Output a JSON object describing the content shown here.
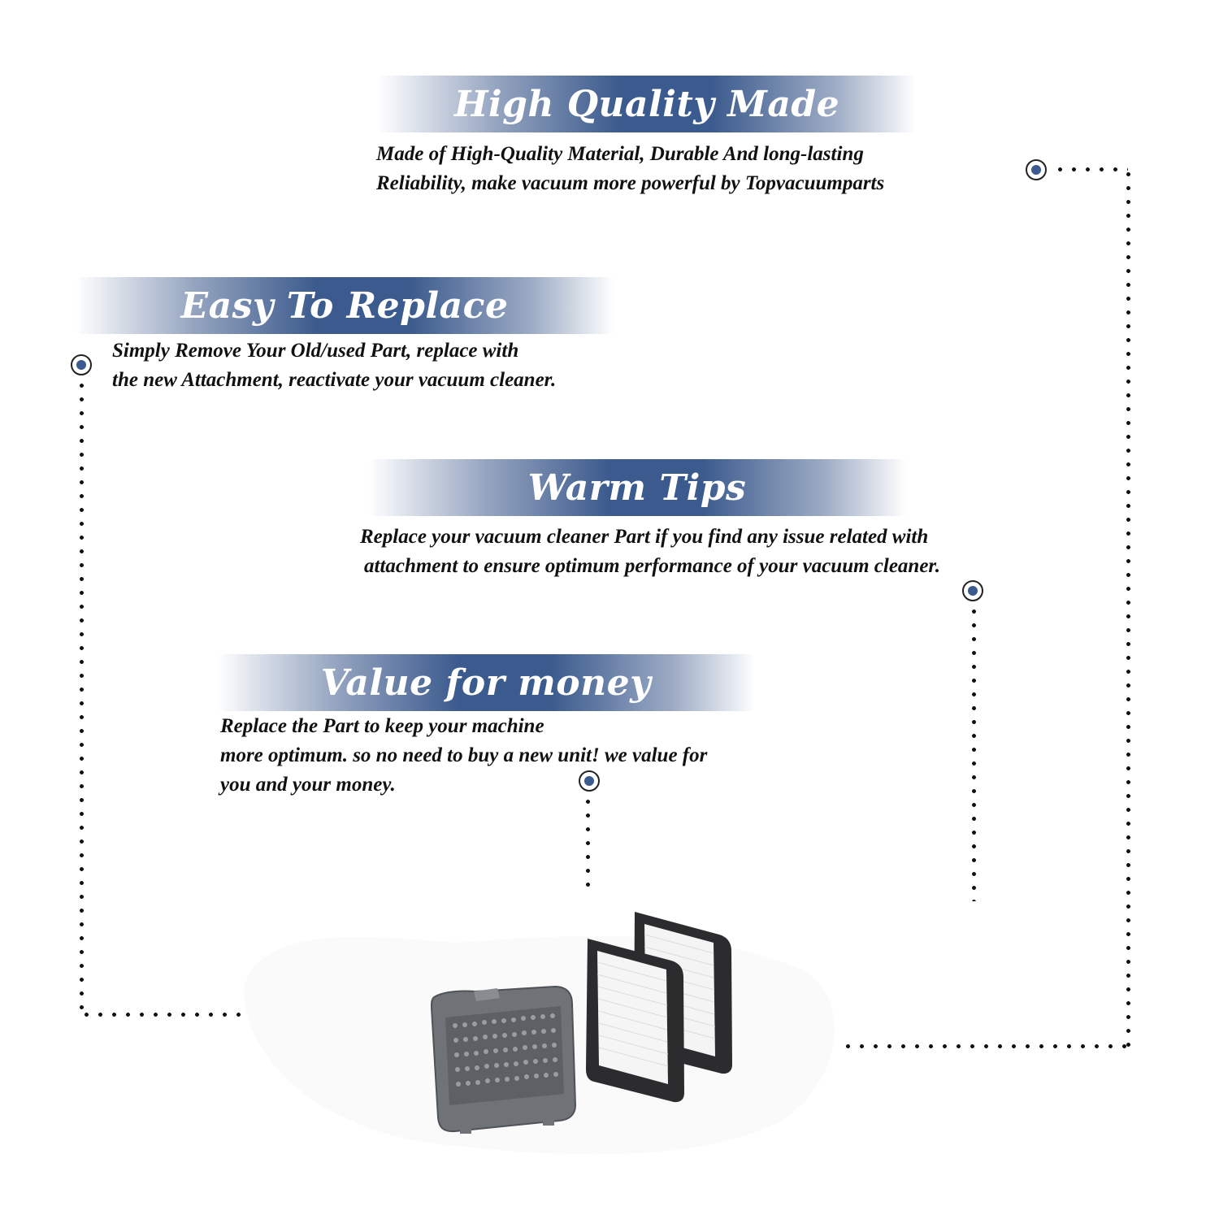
{
  "sections": [
    {
      "title": "High Quality Made",
      "lines": [
        "Made of  High-Quality Material, Durable And long-lasting",
        "Reliability, make vacuum more powerful by Topvacuumparts"
      ]
    },
    {
      "title": "Easy To Replace",
      "lines": [
        "Simply Remove Your Old/used Part, replace with",
        "the new Attachment, reactivate your vacuum cleaner."
      ]
    },
    {
      "title": "Warm Tips",
      "lines": [
        "Replace your vacuum cleaner Part if you find any issue related with",
        "attachment to ensure optimum performance of your vacuum cleaner."
      ]
    },
    {
      "title": "Value for money",
      "lines": [
        "Replace the Part to keep your machine",
        "more optimum. so no need to buy a new unit! we value for",
        "you and your money."
      ]
    }
  ],
  "colors": {
    "accent": "#3b5a8d",
    "text": "#111111",
    "product_gray": "#6f7378",
    "filter_frame": "#2c2c2e"
  },
  "products": [
    "filter-cover-icon",
    "hepa-filter-icon",
    "hepa-filter-icon"
  ]
}
